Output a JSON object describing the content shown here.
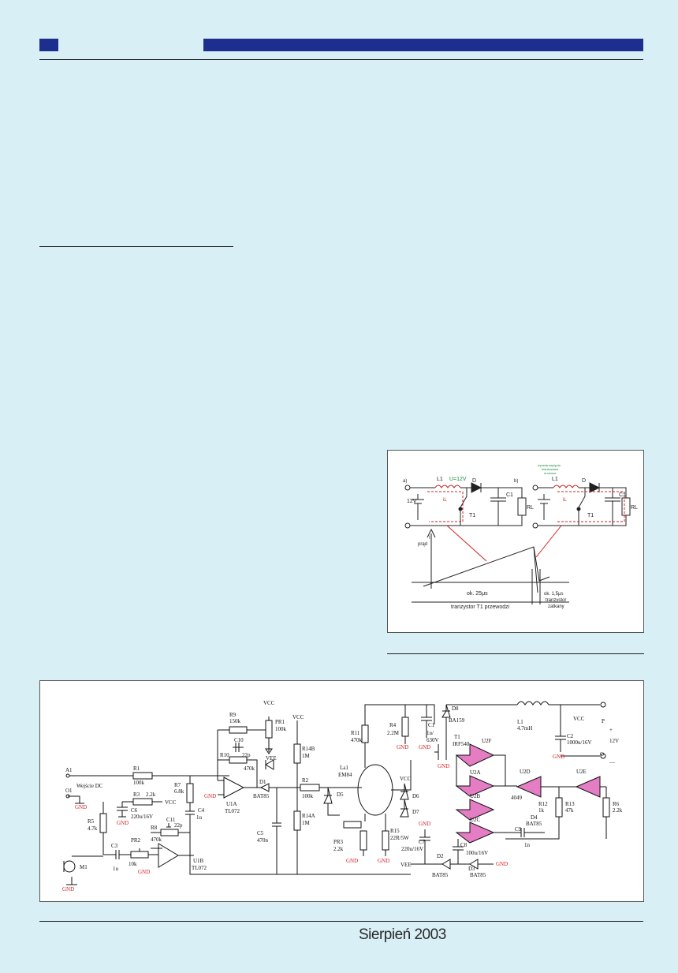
{
  "footer": {
    "date": "Sierpień 2003"
  },
  "figure1": {
    "panel_a": "a)",
    "panel_b": "b)",
    "l1_label": "L1",
    "voltage": "U=12V",
    "induced_note": [
      "wyrada napięcia",
      "indukowane",
      "w cewce"
    ],
    "source": "12V",
    "diode": "D",
    "cap": "C1",
    "load": "RL",
    "transistor": "T1",
    "current": "iL",
    "y_axis": [
      "I",
      "prąd"
    ],
    "time_on": "ok. 25μs",
    "state_on": "tranzystor T1 przewodzi",
    "time_off": "ok. 1,5μs",
    "state_off": [
      "tranzystor",
      "zatkany"
    ]
  },
  "figure2": {
    "labels": {
      "A1": "A1",
      "O1": "O1",
      "wejscie": "Wejście DC",
      "gnd": "GND",
      "vcc": "VCC",
      "vee": "VEE",
      "R1": [
        "R1",
        "100k"
      ],
      "R2": [
        "R2",
        "100k"
      ],
      "R3": [
        "R3",
        "2.2k"
      ],
      "R5": [
        "R5",
        "4.7k"
      ],
      "R7": [
        "R7",
        "6.8k"
      ],
      "R8": [
        "R8",
        "470k"
      ],
      "R9": [
        "R9",
        "150k"
      ],
      "R10": [
        "R10",
        "470k"
      ],
      "R11": [
        "R11",
        "470k"
      ],
      "R4": [
        "R4",
        "2.2M"
      ],
      "R14B": [
        "R14B",
        "1M"
      ],
      "R14A": [
        "R14A",
        "1M"
      ],
      "R15": [
        "R15",
        "22R/5W"
      ],
      "R12": [
        "R12",
        "1k"
      ],
      "R13": [
        "R13",
        "47k"
      ],
      "R6": [
        "R6",
        "2.2k"
      ],
      "PR1": [
        "PR1",
        "100k"
      ],
      "PR2": [
        "PR2",
        "10k"
      ],
      "PR3": [
        "PR3",
        "2.2k"
      ],
      "C1": [
        "C1",
        "1u/",
        "630V"
      ],
      "C2": [
        "C2",
        "1000u/16V"
      ],
      "C3": [
        "C3",
        "1u"
      ],
      "C4": [
        "C4",
        "1u"
      ],
      "C5": [
        "C5",
        "470n"
      ],
      "C6": [
        "C6",
        "220u/16V"
      ],
      "C7": [
        "C7",
        "220u/16V"
      ],
      "C8": [
        "C8",
        "100u/16V"
      ],
      "C9": [
        "C9",
        "1n"
      ],
      "C10": [
        "C10",
        "22p"
      ],
      "C11": [
        "C11",
        "22p"
      ],
      "U1A": [
        "U1A",
        "TL072"
      ],
      "U1B": [
        "U1B",
        "TL072"
      ],
      "D1": [
        "D1",
        "BAT85"
      ],
      "D2": [
        "D2",
        "BAT85"
      ],
      "D3": [
        "D3",
        "BAT85"
      ],
      "D4": [
        "D4",
        "BAT85"
      ],
      "D5": "D5",
      "D6": "D6",
      "D7": "D7",
      "D8": [
        "D8",
        "BA159"
      ],
      "La1": [
        "La1",
        "EM84"
      ],
      "T1": [
        "T1",
        "IRF540"
      ],
      "L1": [
        "L1",
        "4.7mH"
      ],
      "M1": "M1",
      "U2F": "U2F",
      "U2A": "U2A",
      "U2B": "U2B",
      "U2C": "U2C",
      "U2D": "U2D",
      "U2E": "U2E",
      "chip": "4049",
      "P": "P",
      "O": "O",
      "v12": "12V",
      "plus": "+",
      "minus": "—"
    }
  }
}
